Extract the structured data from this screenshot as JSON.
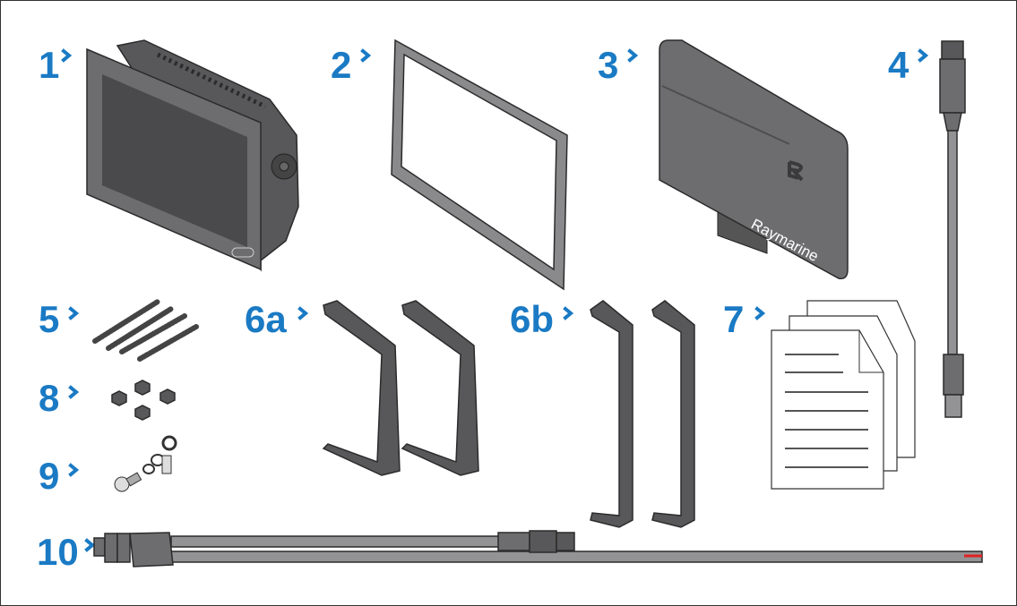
{
  "parts": [
    {
      "label": "1",
      "item": "display-unit"
    },
    {
      "label": "2",
      "item": "gasket"
    },
    {
      "label": "3",
      "item": "sun-cover"
    },
    {
      "label": "4",
      "item": "adapter-cable"
    },
    {
      "label": "5",
      "item": "threaded-studs"
    },
    {
      "label": "6a",
      "item": "brackets-a"
    },
    {
      "label": "6b",
      "item": "brackets-b"
    },
    {
      "label": "7",
      "item": "documentation"
    },
    {
      "label": "8",
      "item": "thumb-nuts"
    },
    {
      "label": "9",
      "item": "ground-screw-kit"
    },
    {
      "label": "10",
      "item": "power-data-cable"
    }
  ],
  "sun_cover_brand": "Raymarine",
  "colors": {
    "label": "#1a7ac4",
    "part_dark": "#58585a",
    "part_mid": "#6d6d6f",
    "cable": "#939395"
  }
}
